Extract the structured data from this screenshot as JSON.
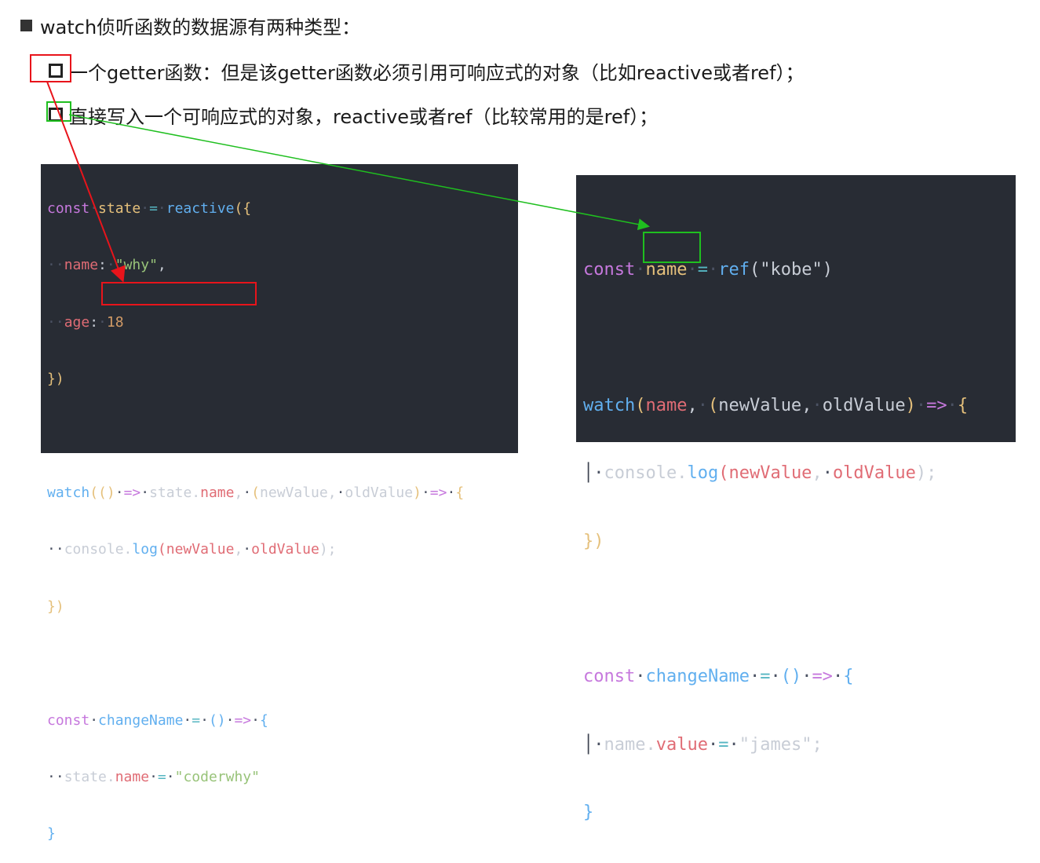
{
  "heading": "watch侦听函数的数据源有两种类型：",
  "bullets": [
    "一个getter函数：但是该getter函数必须引用可响应式的对象（比如reactive或者ref）；",
    "直接写入一个可响应式的对象，reactive或者ref（比较常用的是ref）；"
  ],
  "code_left": {
    "l1": {
      "kw": "const",
      "name": "state",
      "eq": "=",
      "fn": "reactive",
      "open": "({"
    },
    "l2": {
      "prop": "name",
      "colon": ":",
      "str": "\"why\"",
      "comma": ","
    },
    "l3": {
      "prop": "age",
      "colon": ":",
      "num": "18"
    },
    "l4": {
      "close": "})"
    },
    "l6": {
      "fn": "watch",
      "open": "(",
      "arrow_params": "()",
      "arrow": "=>",
      "obj": "state",
      "dot": ".",
      "prop": "name",
      "comma": ",",
      "params_open": "(",
      "p1": "newValue",
      "sep": ",",
      "p2": "oldValue",
      "params_close": ")",
      "arrow2": "=>",
      "brace": "{"
    },
    "l7": {
      "obj": "console",
      "dot": ".",
      "method": "log",
      "open": "(",
      "a1": "newValue",
      "sep": ",",
      "a2": "oldValue",
      "close": ");"
    },
    "l8": {
      "close": "})"
    },
    "l10": {
      "kw": "const",
      "name": "changeName",
      "eq": "=",
      "params": "()",
      "arrow": "=>",
      "brace": "{"
    },
    "l11": {
      "obj": "state",
      "dot": ".",
      "prop": "name",
      "eq": "=",
      "str": "\"coderwhy\""
    },
    "l12": {
      "close": "}"
    }
  },
  "code_right": {
    "l1": {
      "kw": "const",
      "name": "name",
      "eq": "=",
      "fn": "ref",
      "open": "(",
      "str": "\"kobe\"",
      "close": ")"
    },
    "l3": {
      "fn": "watch",
      "open": "(",
      "arg": "name",
      "comma": ",",
      "params_open": "(",
      "p1": "newValue",
      "sep": ",",
      "p2": "oldValue",
      "params_close": ")",
      "arrow": "=>",
      "brace": "{"
    },
    "l4": {
      "obj": "console",
      "dot": ".",
      "method": "log",
      "open": "(",
      "a1": "newValue",
      "sep": ",",
      "a2": "oldValue",
      "close": ");"
    },
    "l5": {
      "close": "})"
    },
    "l7": {
      "kw": "const",
      "name": "changeName",
      "eq": "=",
      "params": "()",
      "arrow": "=>",
      "brace": "{"
    },
    "l8": {
      "obj": "name",
      "dot": ".",
      "prop": "value",
      "eq": "=",
      "str": "\"james\"",
      "semi": ";"
    },
    "l9": {
      "close": "}"
    }
  },
  "colors": {
    "background": "#282c34",
    "keyword": "#c678dd",
    "function": "#61afef",
    "variable": "#e5c07b",
    "string": "#98c379",
    "number": "#d19a66",
    "property": "#e06c75",
    "red_annotation": "#e8141b",
    "green_annotation": "#1fbf1f"
  }
}
